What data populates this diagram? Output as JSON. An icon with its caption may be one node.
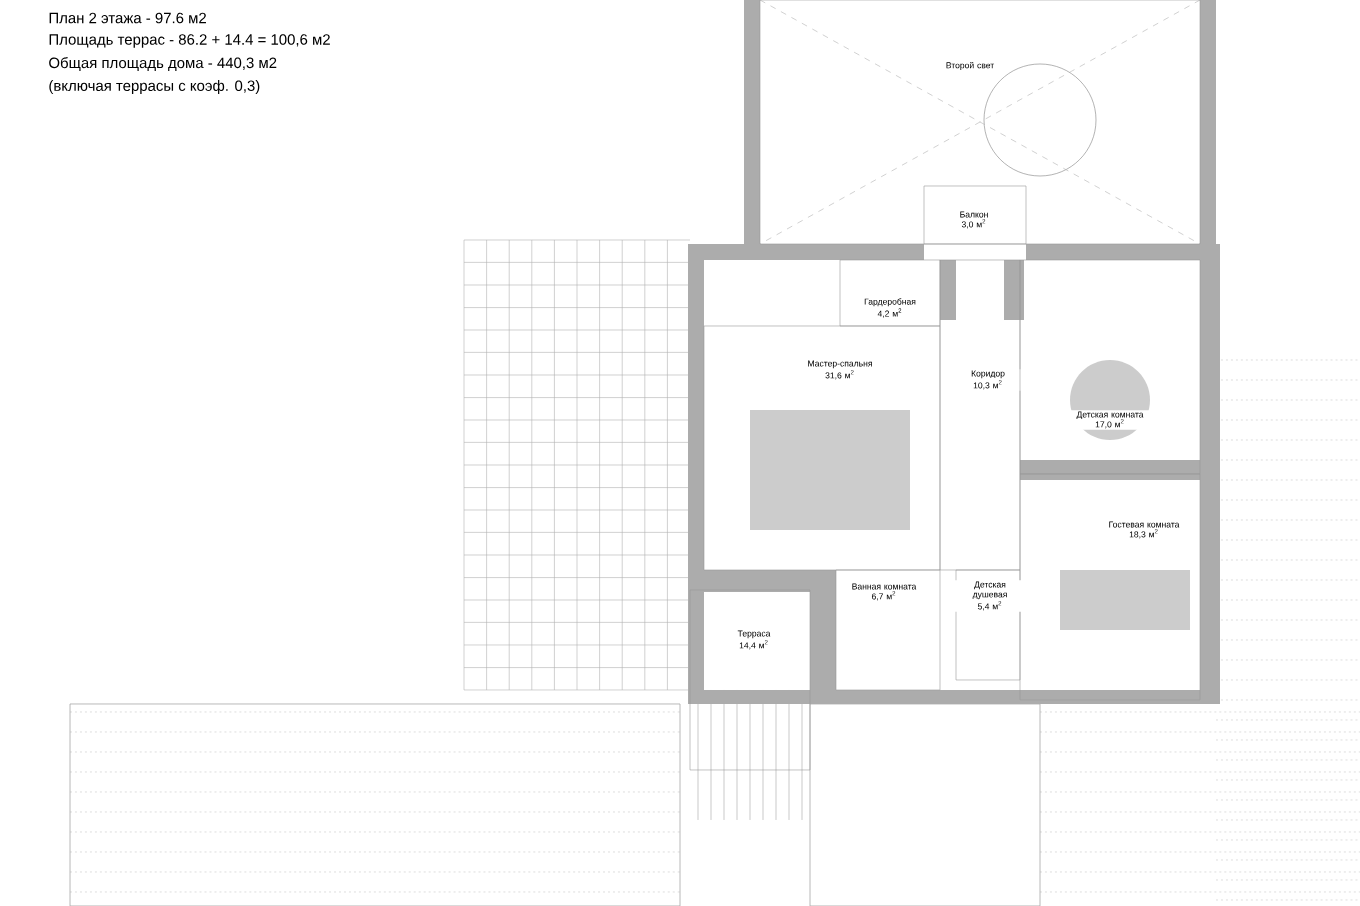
{
  "diagram": {
    "nodes": [
      {
        "text": [
          "Второй свет"
        ]
      },
      {
        "text": [
          "Балкон",
          "3,0 м$^{2}$"
        ]
      },
      {
        "text": [
          "Гардеробная",
          "4,2 м$^{2}$"
        ]
      },
      {
        "text": [
          "Мастер-спальня",
          "31,6 м$^{2}$"
        ]
      },
      {
        "text": [
          "Коридор",
          "10,3 м$^{2}$"
        ]
      },
      {
        "text": [
          "Детская комната",
          "17,0 м$^{2}$"
        ]
      },
      {
        "text": [
          "Гостевая комната",
          "18,3 м$^{2}$"
        ]
      },
      {
        "text": [
          "Ванная комната",
          "6,7 м$^{2}$"
        ]
      },
      {
        "text": [
          "Детская душевая",
          "5,4 м$^{2}$"
        ]
      },
      {
        "text": [
          "Терраса",
          "14,4 м$^{2}$"
        ]
      }
    ],
    "labels": [
      "План 2 этажа - 97.6 м2",
      "Площадь террас - 86.2 + 14.4 = 100,6 м2",
      "Общая площадь дома - 440,3 м2",
      "(включая террасы с коэф. 0,3)"
    ]
  }
}
